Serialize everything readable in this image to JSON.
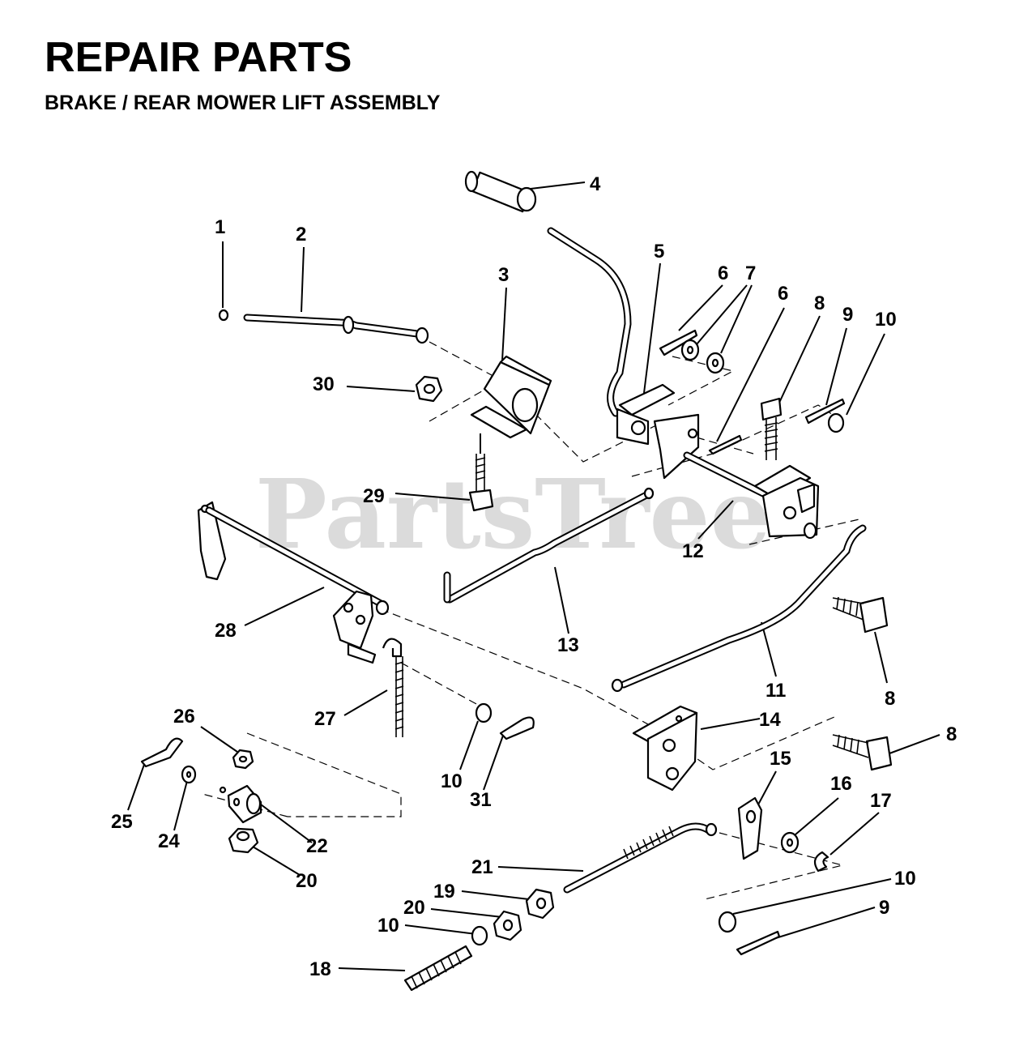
{
  "header": {
    "title": "REPAIR PARTS",
    "subtitle": "BRAKE / REAR MOWER LIFT ASSEMBLY"
  },
  "watermark": "PartsTree",
  "callouts": [
    "1",
    "2",
    "3",
    "4",
    "5",
    "6",
    "7",
    "6",
    "8",
    "9",
    "10",
    "30",
    "29",
    "12",
    "28",
    "13",
    "11",
    "8",
    "14",
    "8",
    "26",
    "27",
    "10",
    "31",
    "25",
    "24",
    "22",
    "20",
    "15",
    "16",
    "17",
    "21",
    "19",
    "20",
    "10",
    "10",
    "9",
    "18"
  ]
}
